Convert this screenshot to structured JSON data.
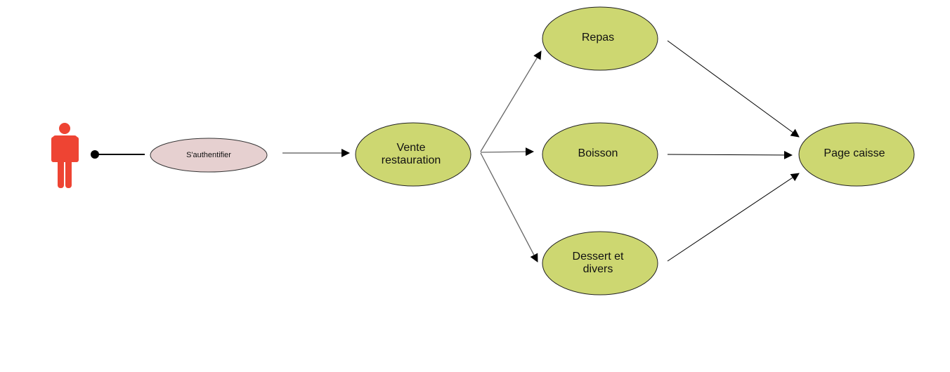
{
  "diagram": {
    "actor": {
      "name": "person-icon",
      "color": "#ee4433"
    },
    "nodes": {
      "auth": {
        "label": "S'authentifier",
        "fill": "#e6d0d0",
        "stroke": "#333333"
      },
      "vente": {
        "line1": "Vente",
        "line2": "restauration",
        "fill": "#cdd771",
        "stroke": "#222222"
      },
      "repas": {
        "label": "Repas",
        "fill": "#cdd771",
        "stroke": "#222222"
      },
      "boisson": {
        "label": "Boisson",
        "fill": "#cdd771",
        "stroke": "#222222"
      },
      "dessert": {
        "line1": "Dessert et",
        "line2": "divers",
        "fill": "#cdd771",
        "stroke": "#222222"
      },
      "caisse": {
        "label": "Page caisse",
        "fill": "#cdd771",
        "stroke": "#222222"
      }
    },
    "edges": [
      {
        "from": "actor",
        "to": "auth",
        "style": "association"
      },
      {
        "from": "auth",
        "to": "vente",
        "style": "arrow"
      },
      {
        "from": "vente",
        "to": "repas",
        "style": "arrow"
      },
      {
        "from": "vente",
        "to": "boisson",
        "style": "arrow"
      },
      {
        "from": "vente",
        "to": "dessert",
        "style": "arrow"
      },
      {
        "from": "repas",
        "to": "caisse",
        "style": "arrow"
      },
      {
        "from": "boisson",
        "to": "caisse",
        "style": "arrow"
      },
      {
        "from": "dessert",
        "to": "caisse",
        "style": "arrow"
      }
    ]
  }
}
